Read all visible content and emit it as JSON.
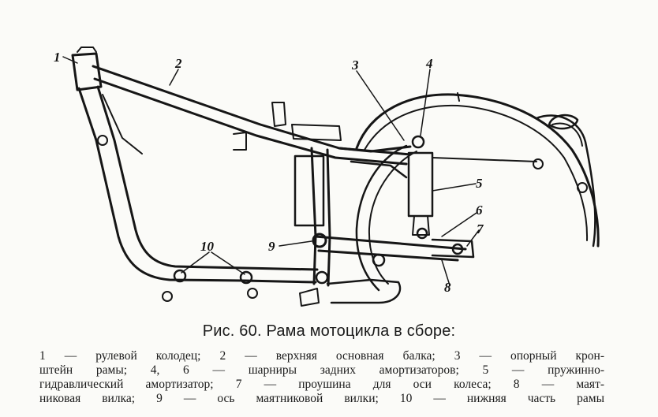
{
  "figure": {
    "callouts": [
      "1",
      "2",
      "3",
      "4",
      "5",
      "6",
      "7",
      "8",
      "9",
      "10"
    ]
  },
  "caption": "Рис. 60. Рама мотоцикла в сборе:",
  "legend": {
    "lines": [
      "1 — рулевой колодец; 2 — верхняя основная балка; 3 — опорный крон-",
      "штейн рамы; 4, 6 — шарниры задних амортизаторов; 5 — пружинно-",
      "гидравлический амортизатор; 7 — проушина для оси колеса; 8 — маят-",
      "никовая вилка; 9 — ось маятниковой вилки; 10 — нижняя часть рамы"
    ]
  }
}
